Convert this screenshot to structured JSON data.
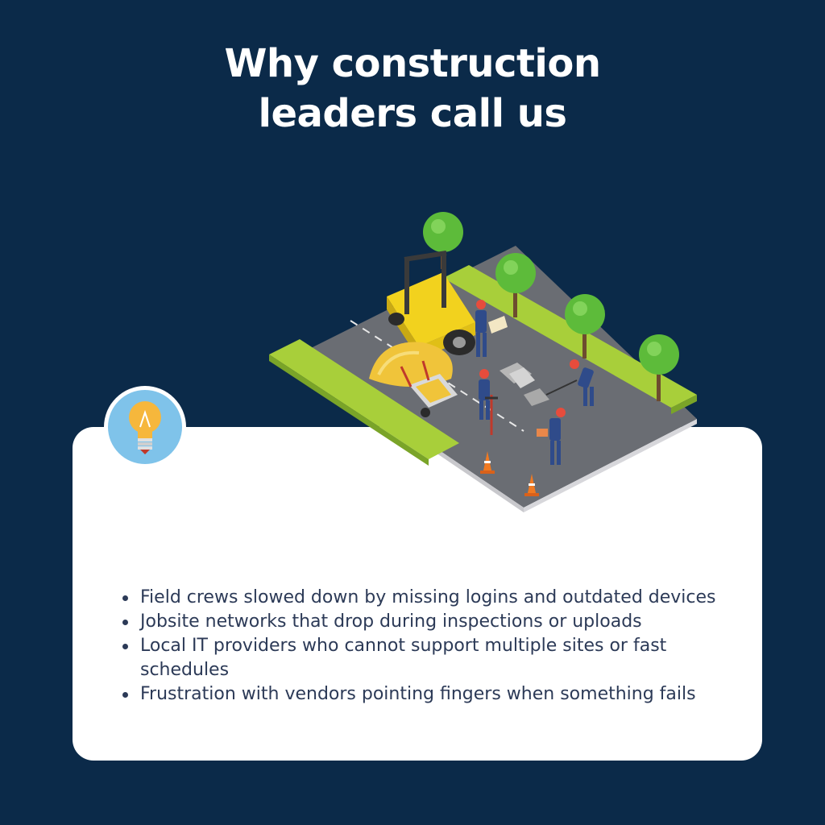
{
  "heading": {
    "line1": "Why construction",
    "line2": "leaders call us"
  },
  "illustration": {
    "icon": "road-construction-illustration",
    "badge_icon": "lightbulb-icon",
    "colors": {
      "road": "#6a6d73",
      "grass": "#a8cf3a",
      "tree": "#5dbb3a",
      "forklift": "#f2d21e",
      "badge": "#7fc3ea"
    }
  },
  "points": [
    "Field crews slowed down by missing logins and outdated devices",
    "Jobsite networks that drop during inspections or uploads",
    "Local IT providers who cannot support multiple sites or fast schedules",
    "Frustration with vendors pointing fingers when something fails"
  ],
  "colors": {
    "background": "#0b2a49",
    "card": "#ffffff",
    "text": "#2c3a57"
  }
}
